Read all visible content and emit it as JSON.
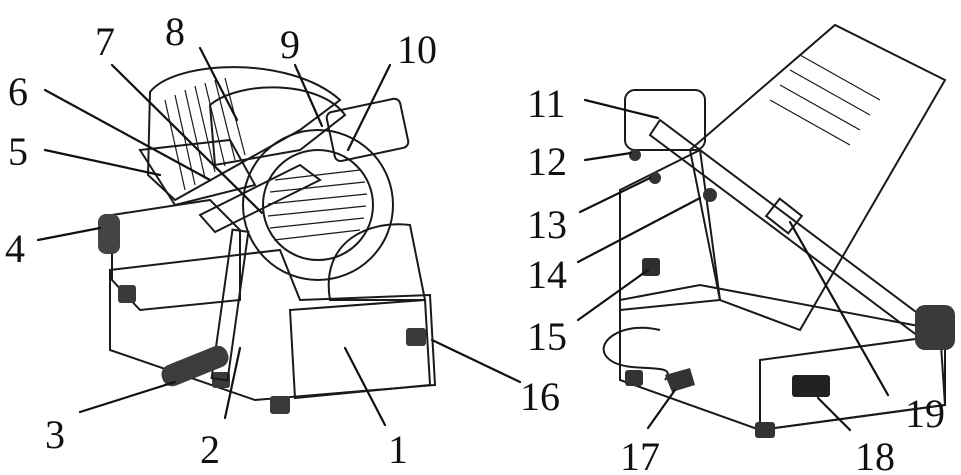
{
  "figure": {
    "left_view_labels": [
      "1",
      "2",
      "3",
      "4",
      "5",
      "6",
      "7",
      "8",
      "9",
      "10",
      "16"
    ],
    "right_view_labels": [
      "11",
      "12",
      "13",
      "14",
      "15",
      "17",
      "18",
      "19"
    ]
  },
  "labels": {
    "l1": "1",
    "l2": "2",
    "l3": "3",
    "l4": "4",
    "l5": "5",
    "l6": "6",
    "l7": "7",
    "l8": "8",
    "l9": "9",
    "l10": "10",
    "l11": "11",
    "l12": "12",
    "l13": "13",
    "l14": "14",
    "l15": "15",
    "l16": "16",
    "l17": "17",
    "l18": "18",
    "l19": "19"
  },
  "colors": {
    "ink": "#111111",
    "body_dark": "#5a5a5a",
    "body_mid": "#8c8c8c",
    "body_light": "#c8c8c8",
    "blade": "#a8a8a8",
    "paper": "#ffffff"
  }
}
